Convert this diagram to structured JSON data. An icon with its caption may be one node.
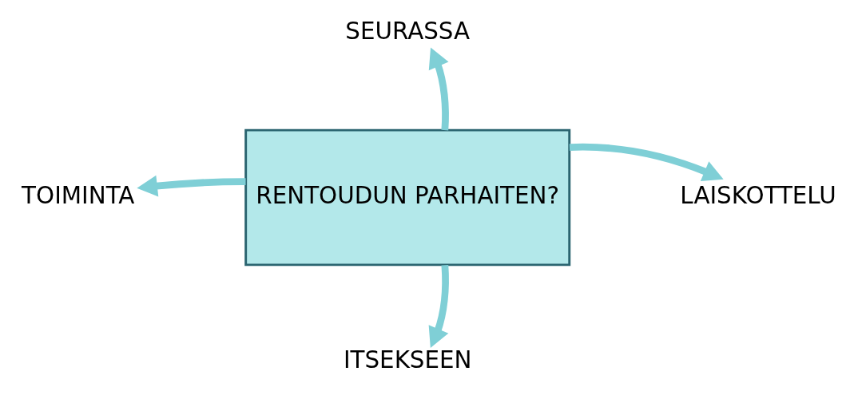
{
  "diagram": {
    "nodes": [
      {
        "text": [
          "RENTOUDUN PARHAITEN?"
        ]
      },
      {
        "text": [
          "SEURASSA"
        ]
      },
      {
        "text": [
          "TOIMINTA"
        ]
      },
      {
        "text": [
          "LAISKOTTELU"
        ]
      },
      {
        "text": [
          "ITSEKSEEN"
        ]
      }
    ],
    "edges": [
      {
        "from": 0,
        "to": 1,
        "arrow": "to"
      },
      {
        "from": 0,
        "to": 2,
        "arrow": "to"
      },
      {
        "from": 0,
        "to": 3,
        "arrow": "to"
      },
      {
        "from": 0,
        "to": 4,
        "arrow": "to"
      }
    ]
  }
}
